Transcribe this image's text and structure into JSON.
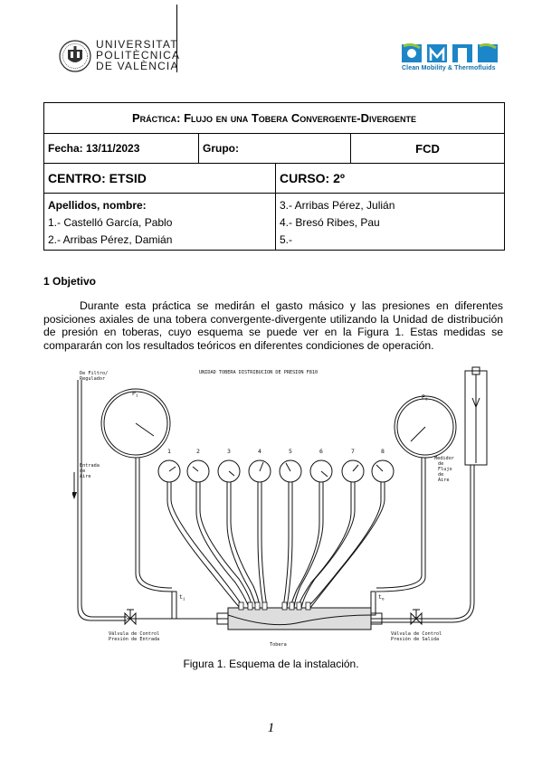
{
  "header": {
    "uv_lines": [
      "UNIVERSITAT",
      "POLITÈCNICA",
      "DE VALÈNCIA"
    ],
    "cmt_tagline": "Clean Mobility & Thermofluids"
  },
  "table": {
    "title_prefix": "Práctica: ",
    "title_main": "Flujo en una Tobera Convergente-Divergente",
    "fecha": "Fecha: 13/11/2023",
    "grupo": "Grupo:",
    "fcd": "FCD",
    "centro": "CENTRO: ETSID",
    "curso": "CURSO: 2º",
    "names_heading": "Apellidos, nombre:",
    "names_left": [
      "1.- Castelló García, Pablo",
      "2.- Arribas Pérez, Damián"
    ],
    "names_right": [
      "3.- Arribas Pérez, Julián",
      "4.- Bresó Ribes, Pau",
      "5.-"
    ]
  },
  "section": {
    "heading": "1 Objetivo",
    "paragraph": "Durante esta práctica se medirán el gasto másico y las presiones en diferentes posiciones axiales de una tobera convergente-divergente utilizando la Unidad de distribución de presión en toberas, cuyo esquema se puede ver en la Figura 1. Estas medidas se compararán con los resultados teóricos en diferentes condiciones de operación."
  },
  "figure": {
    "title": "UNIDAD TOBERA DISTRIBUCION DE PRESION F810",
    "from_filter": [
      "De Filtro/",
      "Regulador"
    ],
    "inlet": [
      "Entrada",
      "de",
      "Aire"
    ],
    "flow_meter": [
      "Medidor",
      "de",
      "Flujo",
      "de",
      "Aire"
    ],
    "pi": "P",
    "pi_sub": "i",
    "po": "P",
    "po_sub": "o",
    "ti": "t",
    "ti_sub": "i",
    "to": "t",
    "to_sub": "o",
    "gauge_numbers": [
      "1",
      "2",
      "3",
      "4",
      "5",
      "6",
      "7",
      "8"
    ],
    "nozzle": "Tobera",
    "inlet_valve": [
      "Válvula de Control",
      "Presión de Entrada"
    ],
    "outlet_valve": [
      "Válvula de Control",
      "Presión de Salida"
    ]
  },
  "caption": "Figura 1. Esquema de la instalación.",
  "page_number": "1"
}
